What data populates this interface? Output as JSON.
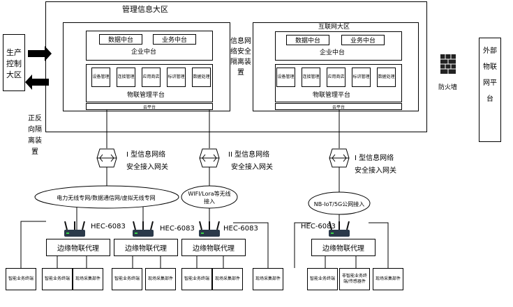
{
  "mgmt_zone": {
    "title": "管理信息大区",
    "data_platform": "数据中台",
    "business_platform": "业务中台",
    "enterprise_platform": "企业中台",
    "modules": [
      "设备管理",
      "连接管理",
      "应用商店",
      "标识管理",
      "数据处理"
    ],
    "iot_platform": "物联管理平台",
    "cloud_platform": "云平台"
  },
  "security_isolation": "信息网络安全隔离装置",
  "internet_zone": {
    "title": "互联网大区",
    "data_platform": "数据中台",
    "business_platform": "业务中台",
    "enterprise_platform": "企业中台",
    "modules": [
      "设备管理",
      "连接管理",
      "应用商店",
      "标识管理",
      "数据处理"
    ],
    "iot_platform": "物联管理平台",
    "cloud_platform": "云平台"
  },
  "production_zone": "生产控制大区",
  "bidirectional_isolation": "正反向隔离装置",
  "firewall": "防火墙",
  "external_iot": "外部物联网平台",
  "gateway1": {
    "line1": "I 型信息网络",
    "line2": "安全接入网关"
  },
  "gateway2": {
    "line1": "II 型信息网络",
    "line2": "安全接入网关"
  },
  "gateway3": {
    "line1": "I 型信息网络",
    "line2": "安全接入网关"
  },
  "network1": "电力无线专网/数据通信网/虚拟无线专网",
  "network2": "WIFI/Lora等无线接入",
  "network3": "NB-IoT/5G公网接入",
  "models": [
    "HEC-6083",
    "HEC-6083",
    "HEC-6083",
    "HEC-6083"
  ],
  "edge_agent": "边缘物联代理",
  "end_smart": "智能业务终端",
  "end_field": "现场采集部件",
  "end_non_smart": "非智能业务终端/传感器件"
}
